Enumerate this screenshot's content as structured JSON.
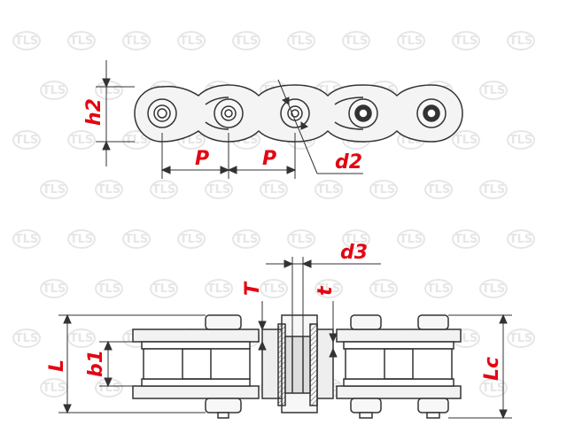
{
  "labels": {
    "h2": "h2",
    "P1": "P",
    "P2": "P",
    "d2": "d2",
    "d3": "d3",
    "T": "T",
    "t": "t",
    "L": "L",
    "b1": "b1",
    "Lc": "Lc"
  },
  "watermark": {
    "text": "TLS"
  },
  "colors": {
    "label": "#e30613",
    "line": "#333333",
    "fill": "#f2f2f2",
    "shade": "#cfcfcf",
    "watermark": "#e6e6e6"
  }
}
